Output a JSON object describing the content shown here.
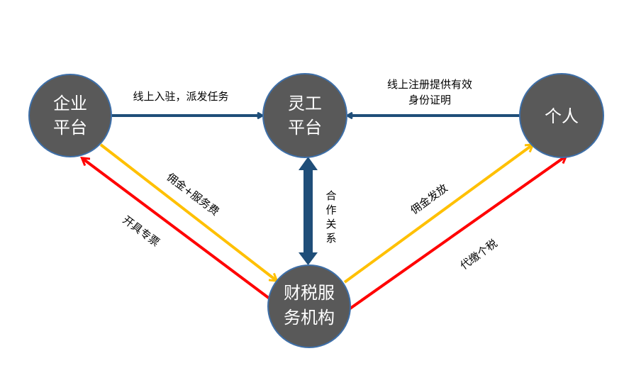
{
  "colors": {
    "node_fill": "#595959",
    "node_stroke": "#3E6FA8",
    "blue_arrow": "#1F4E79",
    "yellow_arrow": "#FFC000",
    "red_arrow": "#FF0000"
  },
  "nodes": {
    "enterprise": {
      "line1": "企业",
      "line2": "平台"
    },
    "flexwork": {
      "line1": "灵工",
      "line2": "平台"
    },
    "individual": {
      "line1": "个人"
    },
    "tax_agency": {
      "line1": "财税服",
      "line2": "务机构"
    }
  },
  "edges": {
    "enterprise_to_flexwork": {
      "label": "线上入驻，派发任务"
    },
    "individual_to_flexwork": {
      "line1": "线上注册提供有效",
      "line2": "身份证明"
    },
    "flexwork_tax_agency": {
      "chars": [
        "合",
        "作",
        "关",
        "系"
      ]
    },
    "enterprise_to_tax_agency": {
      "label": "佣金+服务费"
    },
    "tax_agency_to_enterprise": {
      "label": "开具专票"
    },
    "tax_agency_to_individual_payout": {
      "label": "佣金发放"
    },
    "tax_agency_to_individual_tax": {
      "label": "代缴个税"
    }
  }
}
